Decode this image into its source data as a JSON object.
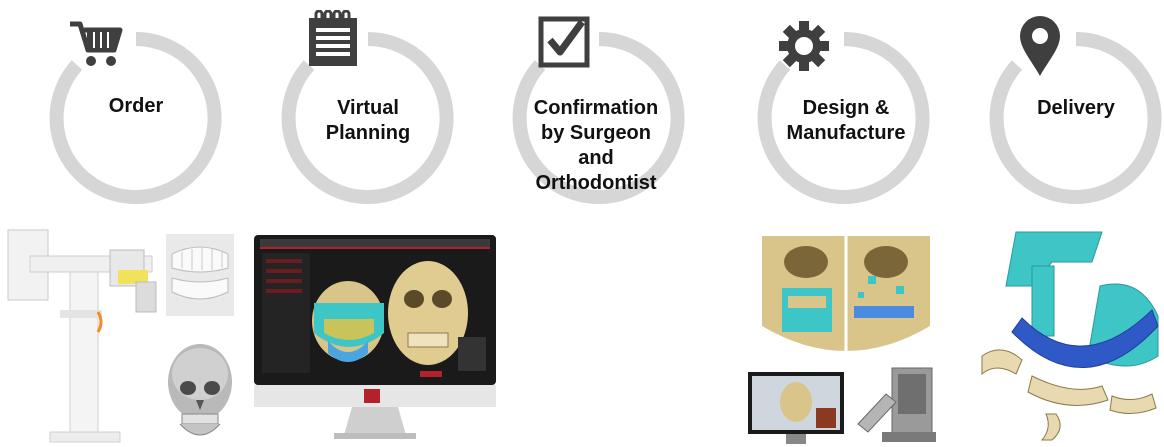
{
  "steps": [
    {
      "id": "order",
      "label_lines": [
        "Order"
      ],
      "icon": "shopping-cart-icon"
    },
    {
      "id": "virtual-planning",
      "label_lines": [
        "Virtual",
        "Planning"
      ],
      "icon": "notepad-icon"
    },
    {
      "id": "confirmation",
      "label_lines": [
        "Confirmation",
        "by Surgeon",
        "and",
        "Orthodontist"
      ],
      "icon": "checkbox-icon"
    },
    {
      "id": "design-manufacture",
      "label_lines": [
        "Design &",
        "Manufacture"
      ],
      "icon": "gear-icon"
    },
    {
      "id": "delivery",
      "label_lines": [
        "Delivery"
      ],
      "icon": "location-pin-icon"
    }
  ],
  "colors": {
    "ring": "#d6d6d6",
    "icon": "#3f3f3f",
    "guide": "#3ec6c6",
    "bone": "#d9c48a",
    "splint": "#2f59c6",
    "screen_red": "#b3222a"
  }
}
